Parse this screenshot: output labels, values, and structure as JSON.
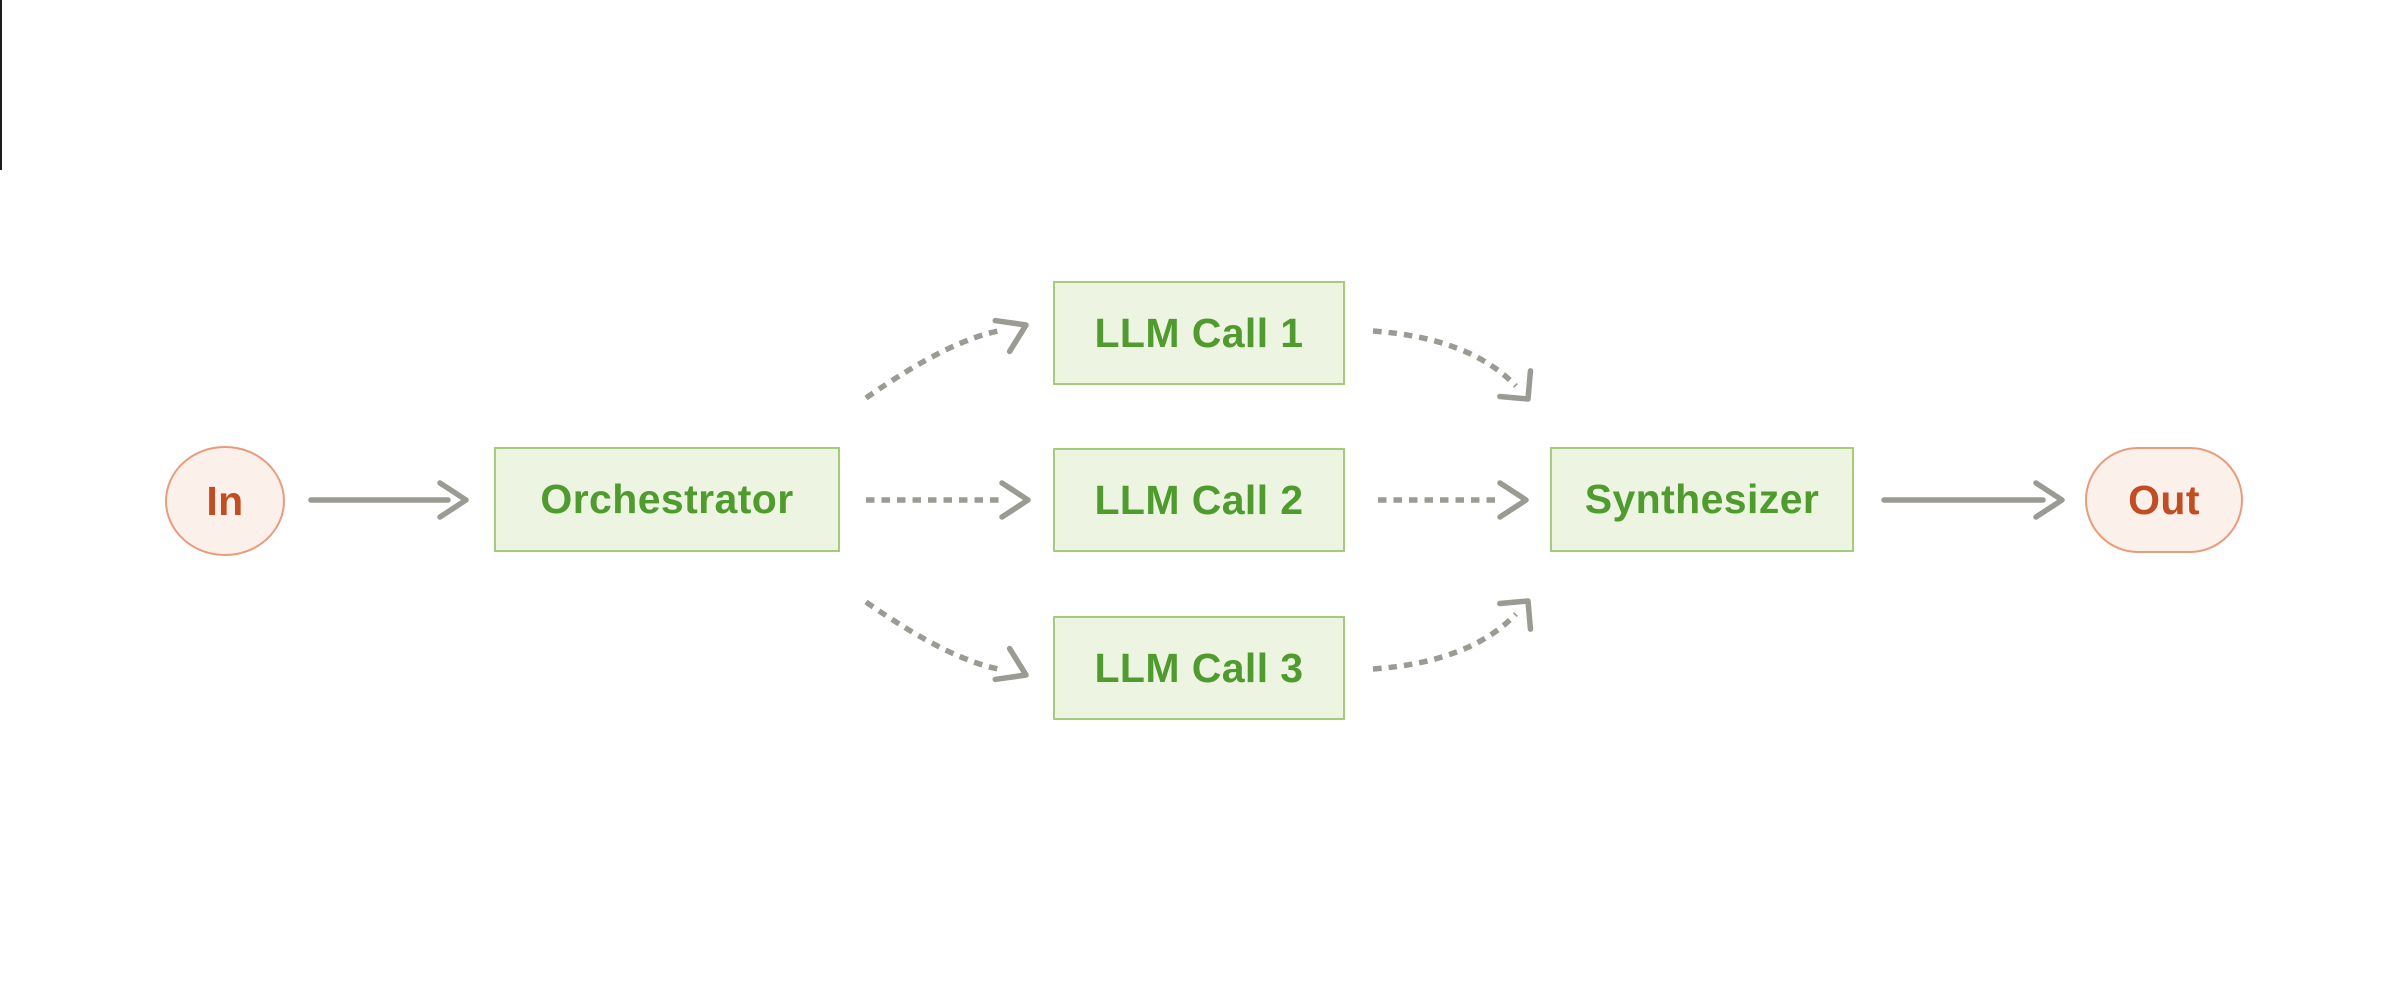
{
  "diagram": {
    "nodes": {
      "in": {
        "label": "In",
        "shape": "circle",
        "role": "input-terminal"
      },
      "orchestrator": {
        "label": "Orchestrator",
        "shape": "box",
        "role": "process"
      },
      "llm1": {
        "label": "LLM Call 1",
        "shape": "box",
        "role": "process"
      },
      "llm2": {
        "label": "LLM Call 2",
        "shape": "box",
        "role": "process"
      },
      "llm3": {
        "label": "LLM Call 3",
        "shape": "box",
        "role": "process"
      },
      "synthesizer": {
        "label": "Synthesizer",
        "shape": "box",
        "role": "process"
      },
      "out": {
        "label": "Out",
        "shape": "pill",
        "role": "output-terminal"
      }
    },
    "edges": [
      {
        "from": "in",
        "to": "orchestrator",
        "style": "solid"
      },
      {
        "from": "orchestrator",
        "to": "llm1",
        "style": "dashed"
      },
      {
        "from": "orchestrator",
        "to": "llm2",
        "style": "dashed"
      },
      {
        "from": "orchestrator",
        "to": "llm3",
        "style": "dashed"
      },
      {
        "from": "llm1",
        "to": "synthesizer",
        "style": "dashed"
      },
      {
        "from": "llm2",
        "to": "synthesizer",
        "style": "dashed"
      },
      {
        "from": "llm3",
        "to": "synthesizer",
        "style": "dashed"
      },
      {
        "from": "synthesizer",
        "to": "out",
        "style": "solid"
      }
    ],
    "colors": {
      "green-bg": "#edf4e2",
      "green-border": "#a6cb7b",
      "green-text": "#4f9b2d",
      "pink-bg": "#fcf0ea",
      "pink-border": "#ea9b7a",
      "red-text": "#c14e22",
      "arrow": "#9b9b94",
      "canvas": "#ffffff"
    }
  }
}
